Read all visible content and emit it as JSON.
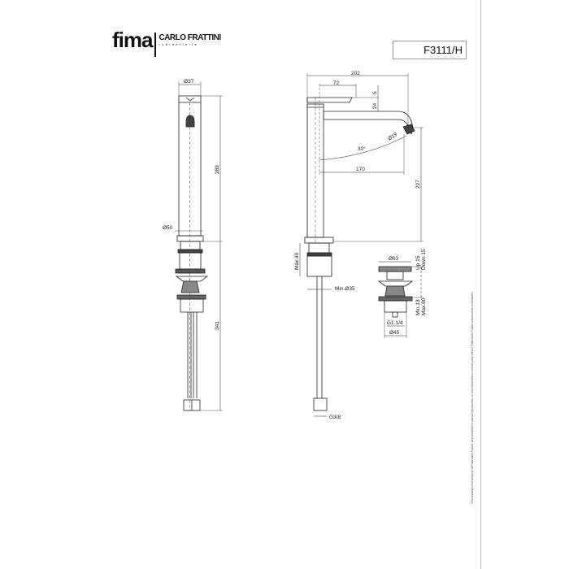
{
  "header": {
    "brand": "fima",
    "brand_secondary": "CARLO FRATTINI",
    "brand_tagline": "rubinetterie",
    "product_code": "F3111/H"
  },
  "legal_notice": "This drawing is the property of Fima Carlo Frattini. Any complete or partial reproduction, or any transmission to third party without Fima Carlo Frattini authorization is forbidden.",
  "front_view": {
    "dims": {
      "top_diameter": "Ø37",
      "height": "289",
      "base_diameter": "Ø50",
      "below_height": "341"
    }
  },
  "side_view": {
    "dims": {
      "overall_reach": "202",
      "lever": "72",
      "lever_thickness": "5",
      "lever_offset": "24",
      "angle": "30°",
      "outlet_diameter": "Ø19",
      "spout_reach": "170",
      "spout_height": "227",
      "max_thickness": "Max.40",
      "min_hole": "Min.Ø35",
      "connection": "G3/8"
    }
  },
  "waste_view": {
    "dims": {
      "cap_diameter": "Ø63",
      "travel_up": "Up 15",
      "travel_down": "Down 15",
      "thickness_min": "Min.13",
      "thickness_max": "Max.80",
      "thread": "G1.1/4",
      "body_diameter": "Ø45"
    }
  }
}
